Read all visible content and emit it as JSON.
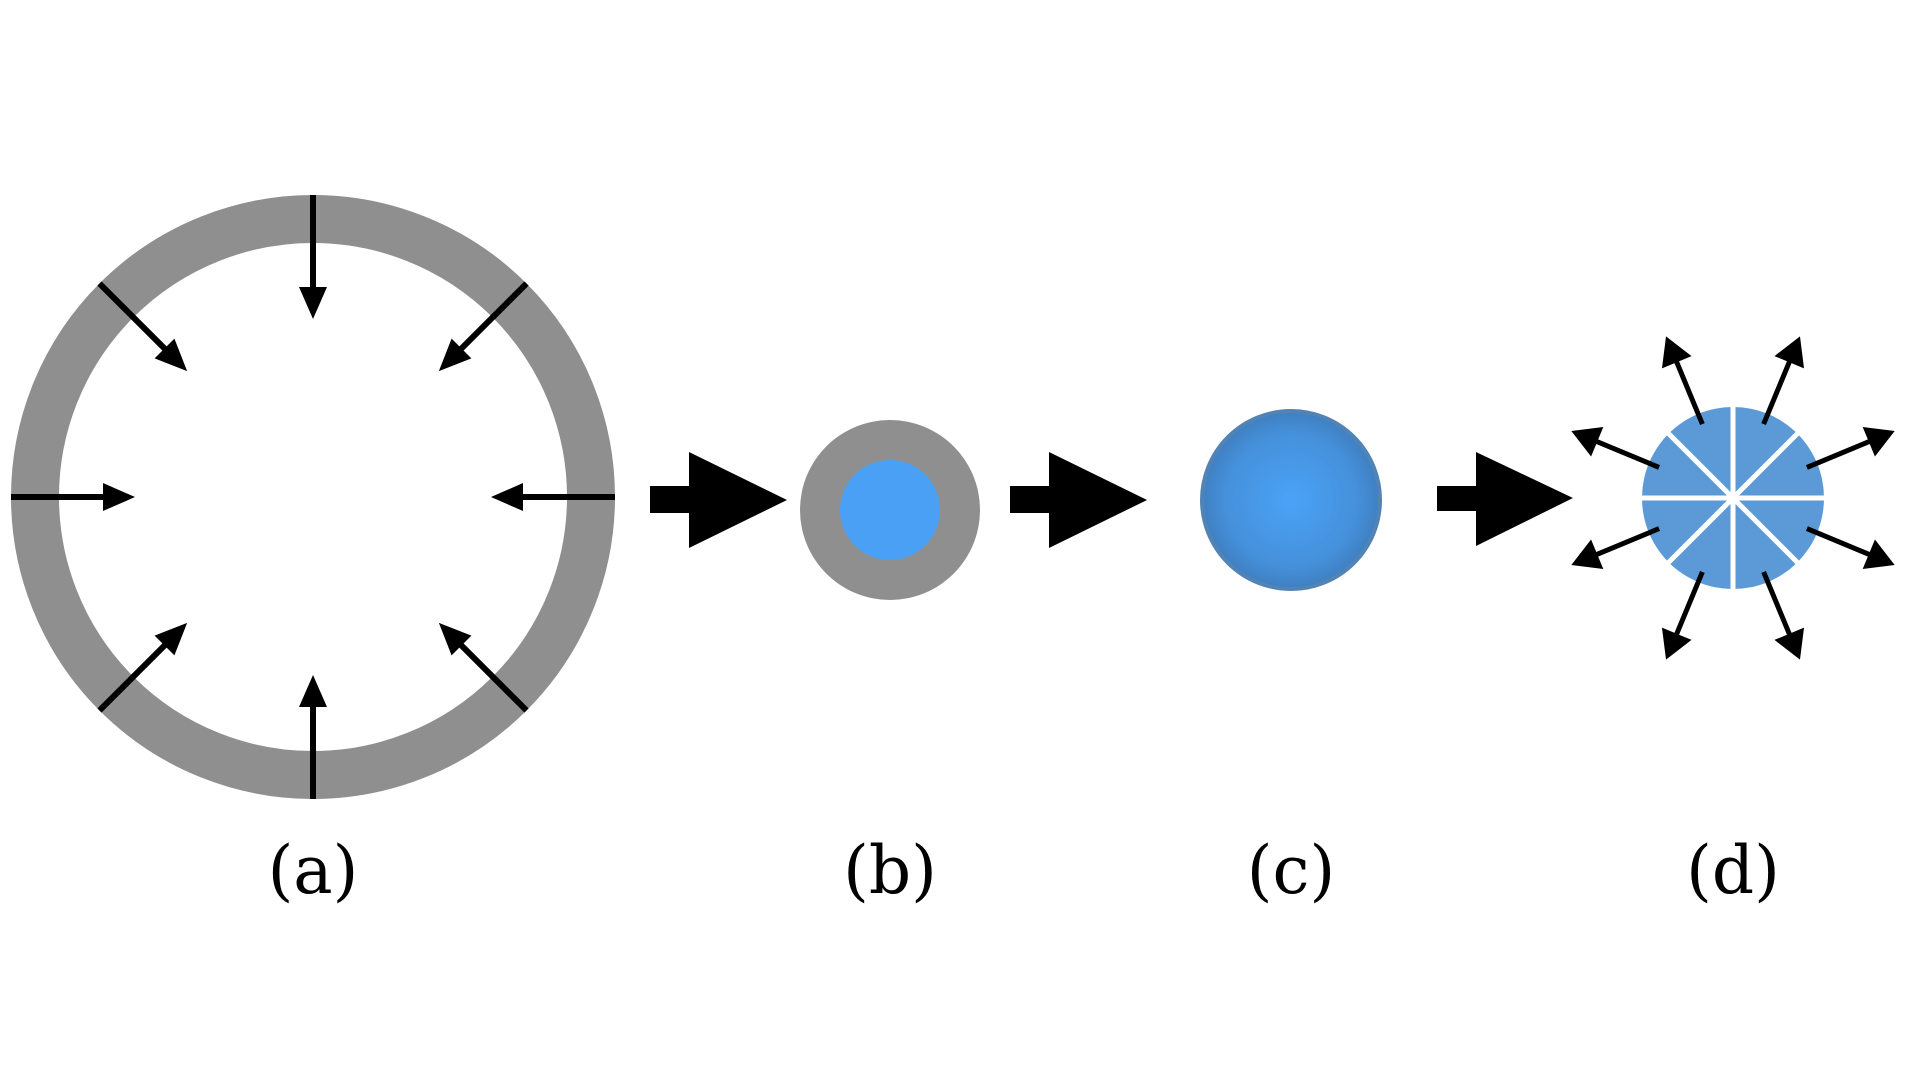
{
  "panels": [
    {
      "id": "a",
      "label": "(a)"
    },
    {
      "id": "b",
      "label": "(b)"
    },
    {
      "id": "c",
      "label": "(c)"
    },
    {
      "id": "d",
      "label": "(d)"
    }
  ],
  "colors": {
    "shell_gray": "#8f8f8f",
    "core_blue": "#4aa0f5",
    "sphere_blue": "#4a98e6",
    "sphere_edge": "#4f86bd",
    "fragment_blue": "#5b9ad6",
    "arrow_black": "#000000",
    "background": "#ffffff"
  }
}
